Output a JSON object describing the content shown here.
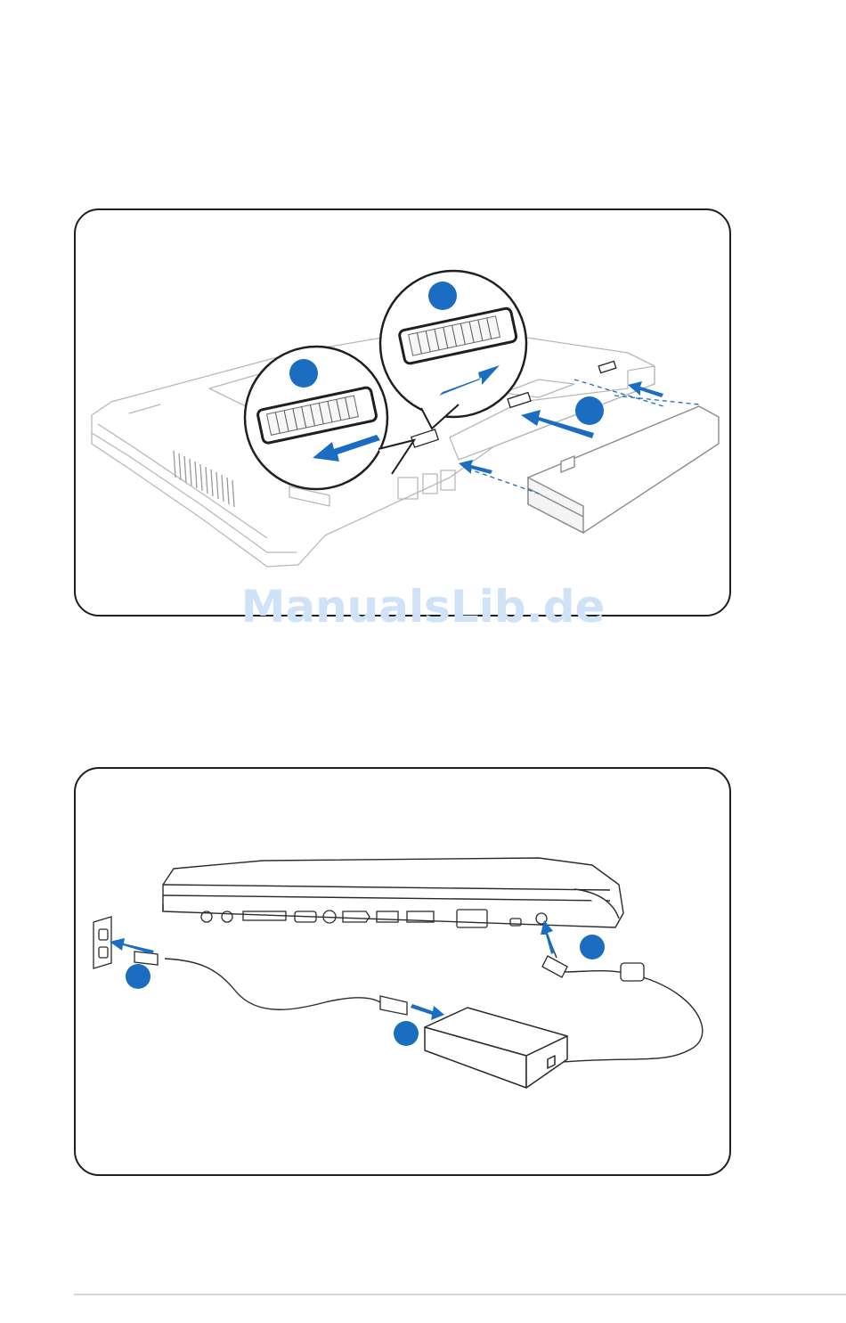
{
  "watermark": {
    "text": "ManualsLib.de"
  },
  "colors": {
    "accent_blue": "#1b6dc1",
    "outline": "#1f1f1f",
    "drawing_line": "#b5b5b5",
    "watermark": "#cfe2f8"
  },
  "figures": [
    {
      "id": "battery-and-memory-installation",
      "step_markers": 3
    },
    {
      "id": "ac-power-connection",
      "step_markers": 3
    }
  ]
}
